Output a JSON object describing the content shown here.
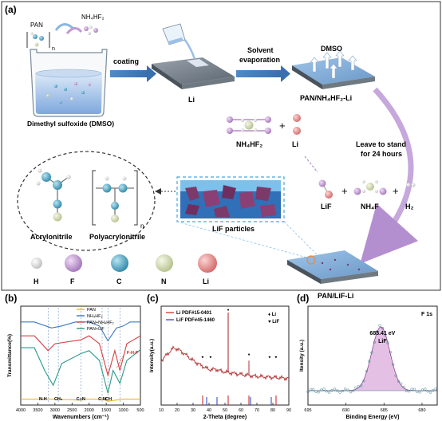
{
  "panel_a": {
    "letter": "(a)",
    "reagent_pan": "PAN",
    "reagent_nh4hf2": "NH₄HF₂",
    "beaker_label": "Dimethyl sulfoxide (DMSO)",
    "step_coating": "coating",
    "li_plate_label": "Li",
    "step_solvent_line1": "Solvent",
    "step_solvent_line2": "evaporation",
    "dmso_label": "DMSO",
    "coated_plate_label": "PAN/NH₄HF₂-Li",
    "reactant_nh4hf2": "NH₄HF₂",
    "plus_1": "+",
    "reactant_li": "Li",
    "leave_line1": "Leave to stand",
    "leave_line2": "for 24 hours",
    "product_lif": "LiF",
    "plus_2": "+",
    "product_nh4f": "NH₄F",
    "plus_3": "+",
    "product_h2": "H₂",
    "monomer_label": "Acrylonitrile",
    "polymer_label": "Polyacrylonitrile",
    "polymer_subscript": "n",
    "lif_particles_label": "LiF particles",
    "final_label": "PAN/LiF-Li",
    "legend": [
      {
        "symbol": "H",
        "color": "#f4f4f4"
      },
      {
        "symbol": "F",
        "color": "#c9a0d8"
      },
      {
        "symbol": "C",
        "color": "#4fb0cf"
      },
      {
        "symbol": "N",
        "color": "#e0e8c0"
      },
      {
        "symbol": "Li",
        "color": "#ee9a9a"
      }
    ]
  },
  "chart_data": [
    {
      "panel": "(b)",
      "type": "line",
      "ylabel": "Transmittance(%)",
      "xlabel": "Wavenumbers (cm⁻¹)",
      "x_ticks": [
        "4000",
        "3500",
        "3000",
        "2500",
        "2000",
        "1500",
        "1000",
        "500"
      ],
      "xlim": [
        4000,
        500
      ],
      "legend_placement": "top-center",
      "series": [
        {
          "name": "PAN",
          "color": "#e8b820",
          "points": [
            [
              4000,
              0.06
            ],
            [
              3500,
              0.06
            ],
            [
              3000,
              0.06
            ],
            [
              2244,
              0.05
            ],
            [
              2100,
              0.06
            ],
            [
              1600,
              0.06
            ],
            [
              1450,
              0.04
            ],
            [
              1000,
              0.06
            ],
            [
              500,
              0.06
            ]
          ]
        },
        {
          "name": "NH₄HF₂",
          "color": "#3a78c2",
          "points": [
            [
              4000,
              0.84
            ],
            [
              3600,
              0.84
            ],
            [
              3100,
              0.78
            ],
            [
              2800,
              0.8
            ],
            [
              2400,
              0.84
            ],
            [
              2000,
              0.84
            ],
            [
              1700,
              0.8
            ],
            [
              1450,
              0.65
            ],
            [
              1200,
              0.78
            ],
            [
              1000,
              0.8
            ],
            [
              800,
              0.84
            ],
            [
              500,
              0.84
            ]
          ]
        },
        {
          "name": "PAN+NH₄HF₂",
          "color": "#d84040",
          "points": [
            [
              4000,
              0.7
            ],
            [
              3600,
              0.7
            ],
            [
              3200,
              0.55
            ],
            [
              3000,
              0.62
            ],
            [
              2244,
              0.66
            ],
            [
              2000,
              0.7
            ],
            [
              1700,
              0.62
            ],
            [
              1450,
              0.3
            ],
            [
              1250,
              0.55
            ],
            [
              1100,
              0.35
            ],
            [
              900,
              0.62
            ],
            [
              500,
              0.7
            ]
          ]
        },
        {
          "name": "PAN+LiF",
          "color": "#2a9a8a",
          "points": [
            [
              4000,
              0.58
            ],
            [
              3600,
              0.58
            ],
            [
              3300,
              0.35
            ],
            [
              3050,
              0.2
            ],
            [
              2800,
              0.42
            ],
            [
              2244,
              0.52
            ],
            [
              2000,
              0.55
            ],
            [
              1700,
              0.45
            ],
            [
              1450,
              0.12
            ],
            [
              1300,
              0.35
            ],
            [
              1100,
              0.22
            ],
            [
              900,
              0.45
            ],
            [
              500,
              0.56
            ]
          ]
        }
      ],
      "annotations": [
        "N-H",
        "CH₂",
        "C≡N",
        "C-N",
        "CH",
        "F-H-F"
      ]
    },
    {
      "panel": "(c)",
      "type": "line",
      "ylabel": "Intensity(a.u.)",
      "xlabel": "2-Theta (degree)",
      "x_ticks": [
        "10",
        "20",
        "30",
        "40",
        "50",
        "60",
        "70",
        "80",
        "90"
      ],
      "xlim": [
        10,
        90
      ],
      "series": [
        {
          "name": "Li",
          "color": "#b03030",
          "points": [
            [
              10,
              0.45
            ],
            [
              13,
              0.5
            ],
            [
              16,
              0.55
            ],
            [
              18,
              0.58
            ],
            [
              22,
              0.55
            ],
            [
              26,
              0.5
            ],
            [
              30,
              0.45
            ],
            [
              35,
              0.4
            ],
            [
              40,
              0.36
            ],
            [
              44.8,
              0.36
            ],
            [
              48,
              0.34
            ],
            [
              52,
              0.33
            ],
            [
              56,
              0.32
            ],
            [
              60,
              0.31
            ],
            [
              65,
              0.3
            ],
            [
              70,
              0.29
            ],
            [
              80,
              0.28
            ],
            [
              90,
              0.27
            ]
          ]
        },
        {
          "name": "LiF",
          "color": "#3050b0",
          "points": [
            [
              10,
              0.05
            ],
            [
              90,
              0.05
            ]
          ]
        }
      ],
      "legend": [
        {
          "line": "Li   PDF#15-0401",
          "color": "#d02020"
        },
        {
          "line": "LiF  PDF#45-1460",
          "color": "#2040c0"
        }
      ],
      "marker_legend": [
        {
          "symbol": "♦",
          "label": "Li"
        },
        {
          "symbol": "♥",
          "label": "LiF"
        }
      ],
      "sharp_peak_2theta": 52,
      "peak_markers_2theta": [
        36,
        41,
        52,
        65,
        78,
        82
      ],
      "li_reference_lines": [
        36,
        52,
        65,
        82
      ],
      "lif_reference_lines": [
        38.5,
        45,
        66,
        79
      ]
    },
    {
      "panel": "(d)",
      "type": "line",
      "ylabel": "Itensity (a.u.)",
      "xlabel": "Binding Energy (eV)",
      "x_ticks": [
        "695",
        "690",
        "685",
        "680"
      ],
      "xlim": [
        695,
        678
      ],
      "annotation_title": "F 1s",
      "peak_label_1": "685.41 eV",
      "peak_label_2": "LiF",
      "peak_center": 685.41,
      "peak_fill": "#e5c0e5",
      "series": [
        {
          "name": "F 1s",
          "color": "#3a8090",
          "points": []
        }
      ]
    }
  ]
}
